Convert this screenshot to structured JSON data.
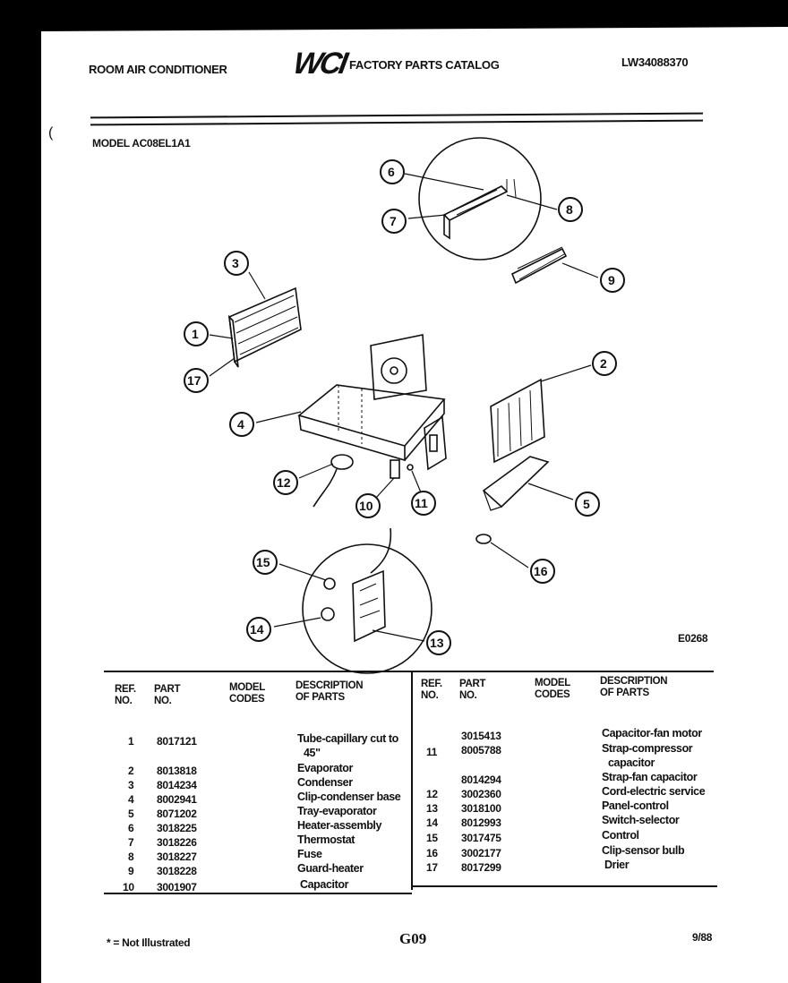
{
  "header": {
    "left_title": "ROOM AIR CONDITIONER",
    "logo": "WCI",
    "center_title": "FACTORY PARTS CATALOG",
    "catalog_number": "LW34088370"
  },
  "model_label": "MODEL AC08EL1A1",
  "diagram": {
    "callouts": [
      "6",
      "7",
      "8",
      "9",
      "3",
      "1",
      "17",
      "2",
      "4",
      "12",
      "10",
      "11",
      "5",
      "15",
      "16",
      "14",
      "13"
    ],
    "figure_code": "E0268"
  },
  "table": {
    "headers_left": {
      "ref_no": [
        "REF.",
        "NO."
      ],
      "part_no": [
        "PART",
        "NO."
      ],
      "model_codes": [
        "MODEL",
        "CODES"
      ],
      "description": [
        "DESCRIPTION",
        "OF PARTS"
      ]
    },
    "headers_right": {
      "ref_no": [
        "REF.",
        "NO."
      ],
      "part_no": [
        "PART",
        "NO."
      ],
      "model_codes": [
        "MODEL",
        "CODES"
      ],
      "description": [
        "DESCRIPTION",
        "OF PARTS"
      ]
    },
    "left_rows": [
      {
        "ref": "1",
        "part": "8017121",
        "desc": "Tube-capillary cut to",
        "desc2": "45\""
      },
      {
        "ref": "2",
        "part": "8013818",
        "desc": "Evaporator"
      },
      {
        "ref": "3",
        "part": "8014234",
        "desc": "Condenser"
      },
      {
        "ref": "4",
        "part": "8002941",
        "desc": "Clip-condenser base"
      },
      {
        "ref": "5",
        "part": "8071202",
        "desc": "Tray-evaporator"
      },
      {
        "ref": "6",
        "part": "3018225",
        "desc": "Heater-assembly"
      },
      {
        "ref": "7",
        "part": "3018226",
        "desc": "Thermostat"
      },
      {
        "ref": "8",
        "part": "3018227",
        "desc": "Fuse"
      },
      {
        "ref": "9",
        "part": "3018228",
        "desc": "Guard-heater"
      },
      {
        "ref": "10",
        "part": "3001907",
        "desc": "Capacitor"
      }
    ],
    "right_rows": [
      {
        "ref": "",
        "part": "3015413",
        "desc": "Capacitor-fan motor"
      },
      {
        "ref": "11",
        "part": "8005788",
        "desc": "Strap-compressor",
        "desc2": "capacitor"
      },
      {
        "ref": "",
        "part": "8014294",
        "desc": "Strap-fan capacitor"
      },
      {
        "ref": "12",
        "part": "3002360",
        "desc": "Cord-electric service"
      },
      {
        "ref": "13",
        "part": "3018100",
        "desc": "Panel-control"
      },
      {
        "ref": "14",
        "part": "8012993",
        "desc": "Switch-selector"
      },
      {
        "ref": "15",
        "part": "3017475",
        "desc": "Control"
      },
      {
        "ref": "16",
        "part": "3002177",
        "desc": "Clip-sensor bulb"
      },
      {
        "ref": "17",
        "part": "8017299",
        "desc": "Drier"
      }
    ]
  },
  "footer": {
    "note": "* = Not Illustrated",
    "page_code": "G09",
    "date": "9/88"
  }
}
